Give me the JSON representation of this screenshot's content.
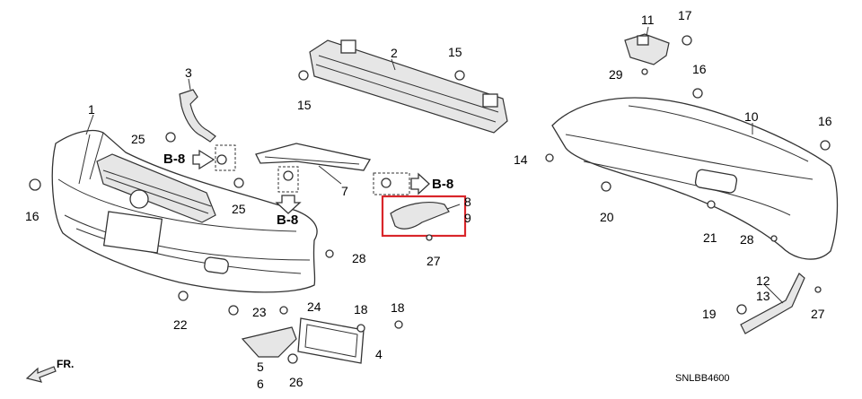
{
  "diagram": {
    "code": "SNLBB4600",
    "front_label": "FR.",
    "ref_labels": [
      "B-8",
      "B-8",
      "B-8"
    ],
    "callouts": {
      "c1": "1",
      "c2": "2",
      "c3": "3",
      "c4": "4",
      "c5": "5",
      "c6": "6",
      "c7": "7",
      "c8": "8",
      "c9": "9",
      "c10": "10",
      "c11": "11",
      "c12": "12",
      "c13": "13",
      "c14": "14",
      "c15a": "15",
      "c15b": "15",
      "c16a": "16",
      "c16b": "16",
      "c16c": "16",
      "c17": "17",
      "c18a": "18",
      "c18b": "18",
      "c19": "19",
      "c20": "20",
      "c21": "21",
      "c22": "22",
      "c23": "23",
      "c24": "24",
      "c25a": "25",
      "c25b": "25",
      "c26": "26",
      "c27a": "27",
      "c27b": "27",
      "c28a": "28",
      "c28b": "28",
      "c29": "29"
    },
    "highlight_color": "#d9262a"
  }
}
